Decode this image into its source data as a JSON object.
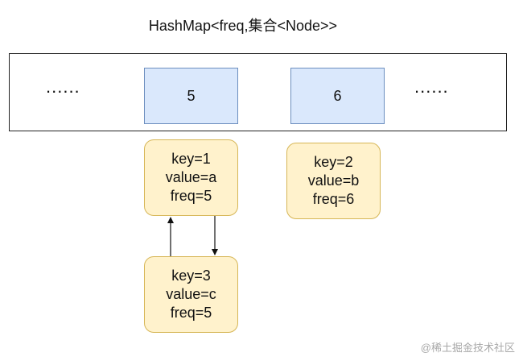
{
  "title": "HashMap<freq,集合<Node>>",
  "hashmap": {
    "ellipsis_left": "......",
    "ellipsis_right": "......",
    "buckets": [
      "5",
      "6"
    ]
  },
  "nodes": [
    {
      "key": "key=1",
      "value": "value=a",
      "freq": "freq=5"
    },
    {
      "key": "key=2",
      "value": "value=b",
      "freq": "freq=6"
    },
    {
      "key": "key=3",
      "value": "value=c",
      "freq": "freq=5"
    }
  ],
  "watermark": "@稀土掘金技术社区"
}
